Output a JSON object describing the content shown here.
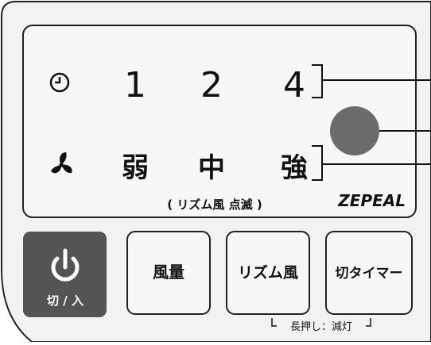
{
  "panel": {
    "timer_options": [
      "1",
      "2",
      "4"
    ],
    "speed_options": [
      "弱",
      "中",
      "強"
    ],
    "rhythm_note": "( リズム風 点滅 )",
    "brand": "ZEPEAL",
    "indicator_color": "#6b6b6b"
  },
  "icons": {
    "timer": "clock-icon",
    "fan": "fan-icon",
    "power": "power-icon"
  },
  "buttons": {
    "power_label": "切 / 入",
    "airflow_label": "風量",
    "rhythm_label": "リズム風",
    "offtimer_label": "切タイマー",
    "longpress_note": "長押し：減灯"
  }
}
